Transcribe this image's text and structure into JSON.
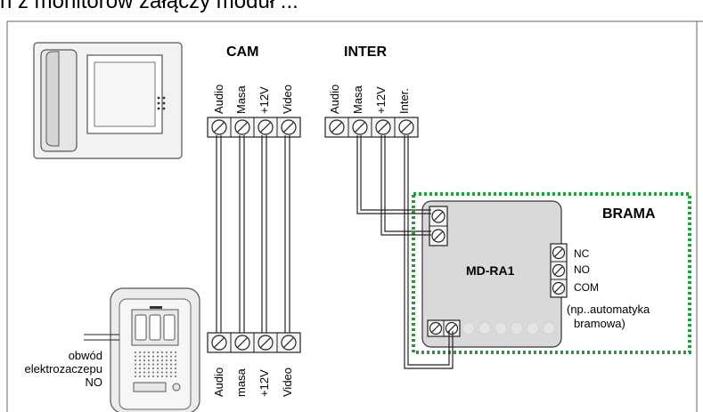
{
  "caption": "h z monitorów załączy moduł ...",
  "groups": {
    "cam": "CAM",
    "inter": "INTER",
    "brama": "BRAMA"
  },
  "module": {
    "name": "MD-RA1",
    "contacts": [
      "NC",
      "NO",
      "COM"
    ],
    "note_line1": "(np..automatyka",
    "note_line2": "bramowa)"
  },
  "cam_top_labels": [
    "Audio",
    "Masa",
    "+12V",
    "Video"
  ],
  "inter_top_labels": [
    "Audio",
    "Masa",
    "+12V",
    "Inter."
  ],
  "cam_bottom_labels": [
    "Audio",
    "masa",
    "+12V",
    "Video"
  ],
  "door_lock": {
    "line1": "obwód",
    "line2": "elektrozaczepu",
    "line3": "NO"
  },
  "colors": {
    "module_fill": "#d9d9d9",
    "frame_dots": "#1f9e3c",
    "line": "#000000",
    "outline": "#222222"
  }
}
